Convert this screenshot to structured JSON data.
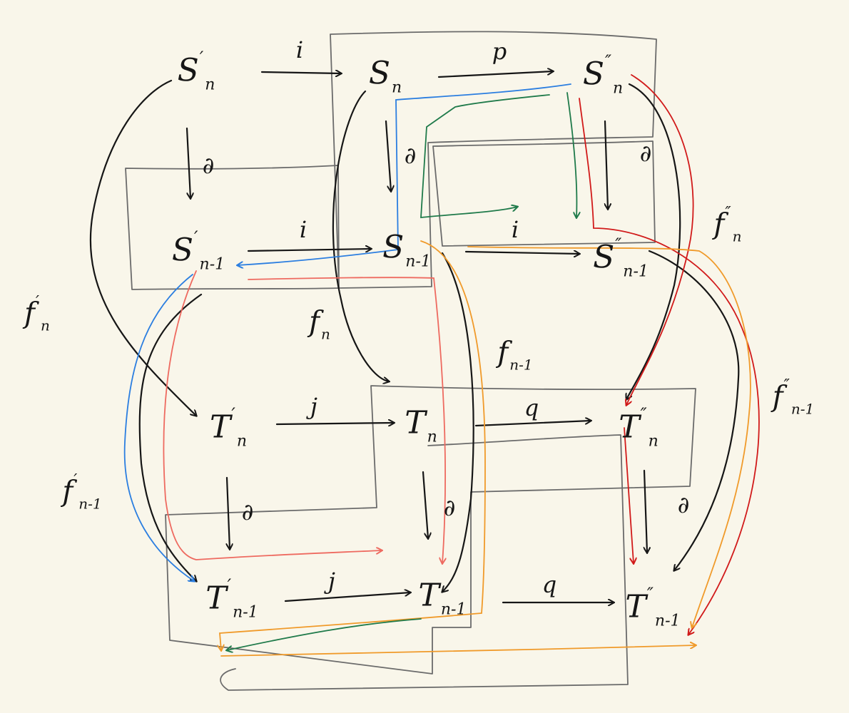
{
  "nodes": {
    "s1_n": {
      "base": "S",
      "prime": "′",
      "sub": "n"
    },
    "s_n": {
      "base": "S",
      "prime": "",
      "sub": "n"
    },
    "s2_n": {
      "base": "S",
      "prime": "″",
      "sub": "n"
    },
    "s1_nm1": {
      "base": "S",
      "prime": "′",
      "sub": "n-1"
    },
    "s_nm1": {
      "base": "S",
      "prime": "",
      "sub": "n-1"
    },
    "s2_nm1": {
      "base": "S",
      "prime": "″",
      "sub": "n-1"
    },
    "t1_n": {
      "base": "T",
      "prime": "′",
      "sub": "n"
    },
    "t_n": {
      "base": "T",
      "prime": "",
      "sub": "n"
    },
    "t2_n": {
      "base": "T",
      "prime": "″",
      "sub": "n"
    },
    "t1_nm1": {
      "base": "T",
      "prime": "′",
      "sub": "n-1"
    },
    "t_nm1": {
      "base": "T",
      "prime": "",
      "sub": "n-1"
    },
    "t2_nm1": {
      "base": "T",
      "prime": "″",
      "sub": "n-1"
    }
  },
  "arrow_labels": {
    "i_top": "i",
    "p_top": "p",
    "i_mid": "i",
    "p_mid": "i",
    "j_top": "j",
    "q_top": "q",
    "j_bot": "j",
    "q_bot": "q",
    "d1": "∂",
    "d2": "∂",
    "d3": "∂",
    "d4": "∂",
    "d5": "∂",
    "d6": "∂"
  },
  "maps": {
    "f1_n": {
      "base": "f",
      "prime": "′",
      "sub": "n"
    },
    "f_n": {
      "base": "f",
      "prime": "",
      "sub": "n"
    },
    "f2_n": {
      "base": "f",
      "prime": "″",
      "sub": "n"
    },
    "f1_nm1": {
      "base": "f",
      "prime": "′",
      "sub": "n-1"
    },
    "f_nm1": {
      "base": "f",
      "prime": "",
      "sub": "n-1"
    },
    "f2_nm1": {
      "base": "f",
      "prime": "″",
      "sub": "n-1"
    }
  },
  "colors": {
    "ink": "#161616",
    "box": "#6b6b6b",
    "red": "#d11a1a",
    "orange": "#f09a2a",
    "blue": "#2b7ee0",
    "green": "#1f7a4a",
    "salmon": "#ee6a60"
  }
}
